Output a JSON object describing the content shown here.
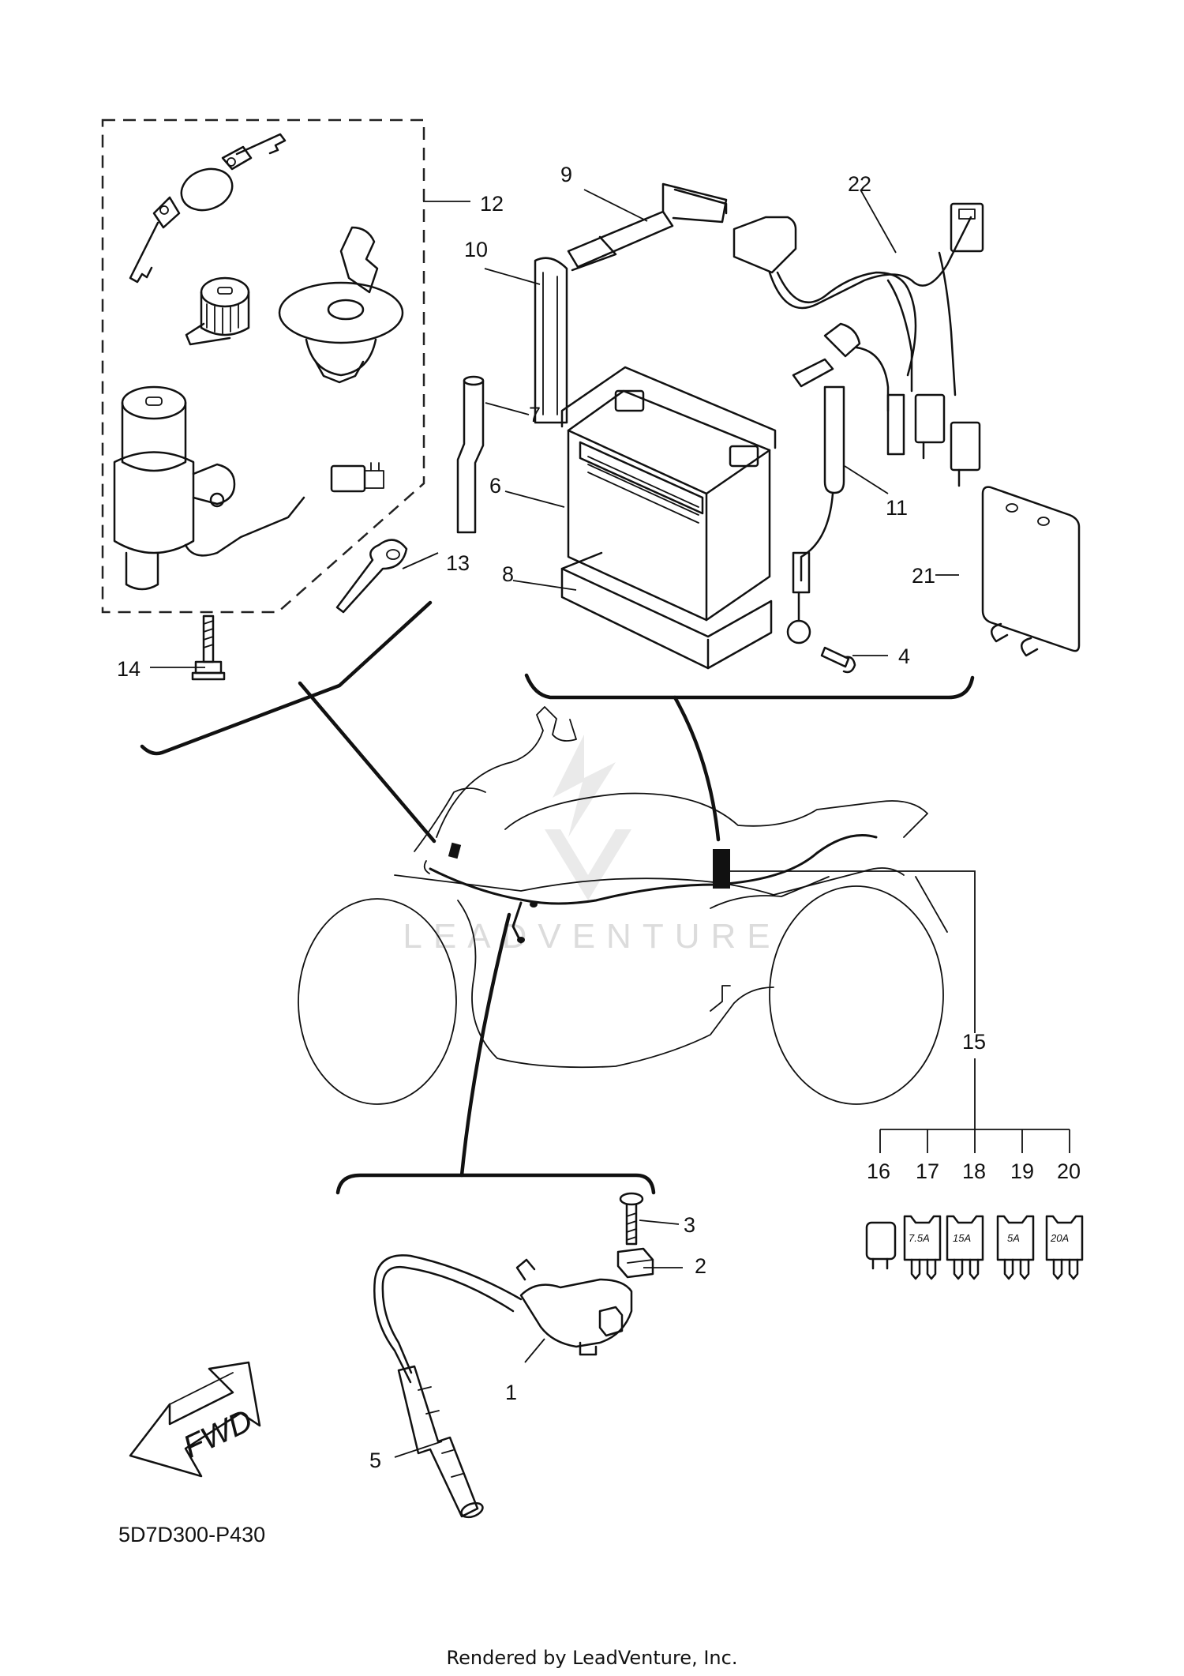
{
  "diagram": {
    "code": "5D7D300-P430",
    "footer": "Rendered by LeadVenture, Inc.",
    "watermark": "LEADVENTURE",
    "fwd_label": "FWD",
    "callouts": {
      "c1": "1",
      "c2": "2",
      "c3": "3",
      "c4": "4",
      "c5": "5",
      "c6": "6",
      "c7": "7",
      "c8": "8",
      "c9": "9",
      "c10": "10",
      "c11": "11",
      "c12": "12",
      "c13": "13",
      "c14": "14",
      "c15": "15",
      "c16": "16",
      "c17": "17",
      "c18": "18",
      "c19": "19",
      "c20": "20",
      "c21": "21",
      "c22": "22"
    },
    "fuse_ratings": {
      "f17": "7.5A",
      "f18": "15A",
      "f19": "5A",
      "f20": "20A"
    }
  }
}
